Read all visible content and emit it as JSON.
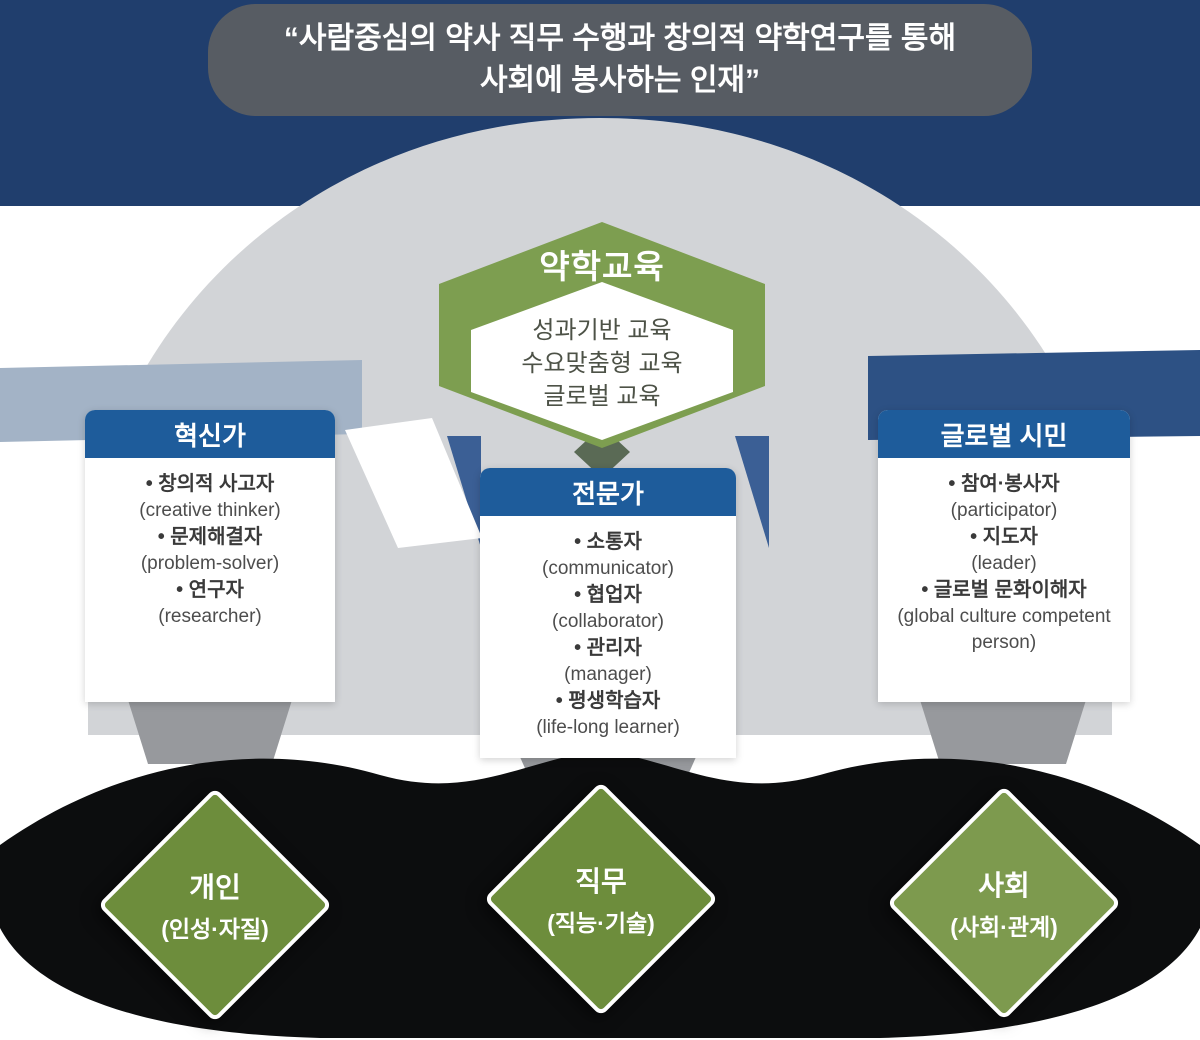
{
  "quote": {
    "line1": "“사람중심의 약사 직무 수행과 창의적 약학연구를 통해",
    "line2": "사회에 봉사하는 인재”"
  },
  "hexagon": {
    "title": "약학교육",
    "items": [
      "성과기반 교육",
      "수요맞춤형 교육",
      "글로벌 교육"
    ]
  },
  "cards": [
    {
      "title": "혁신가",
      "items": [
        {
          "ko": "• 창의적 사고자",
          "en": "(creative thinker)"
        },
        {
          "ko": "• 문제해결자",
          "en": "(problem-solver)"
        },
        {
          "ko": "• 연구자",
          "en": "(researcher)"
        }
      ]
    },
    {
      "title": "전문가",
      "items": [
        {
          "ko": "• 소통자",
          "en": "(communicator)"
        },
        {
          "ko": "• 협업자",
          "en": "(collaborator)"
        },
        {
          "ko": "• 관리자",
          "en": "(manager)"
        },
        {
          "ko": "• 평생학습자",
          "en": "(life-long learner)"
        }
      ]
    },
    {
      "title": "글로벌 시민",
      "items": [
        {
          "ko": "• 참여·봉사자",
          "en": "(participator)"
        },
        {
          "ko": "• 지도자",
          "en": "(leader)"
        },
        {
          "ko": "• 글로벌 문화이해자",
          "en": "(global culture competent person)"
        }
      ]
    }
  ],
  "diamonds": [
    {
      "line1": "개인",
      "line2": "(인성·자질)"
    },
    {
      "line1": "직무",
      "line2": "(직능·기술)"
    },
    {
      "line1": "사회",
      "line2": "(사회·관계)"
    }
  ],
  "colors": {
    "navy_band": "#203e6d",
    "bubble_gray": "#575c63",
    "dome_gray": "#d2d4d7",
    "ribbon_light_blue": "#a3b3c6",
    "ribbon_navy": "#2d5184",
    "hexagon_green": "#7d9e50",
    "card_header_blue": "#1e5c9b",
    "diamond_green": "#6d8d3c",
    "diamond_green_light": "#7d9a4e",
    "bottom_black": "#0c0d0e"
  }
}
